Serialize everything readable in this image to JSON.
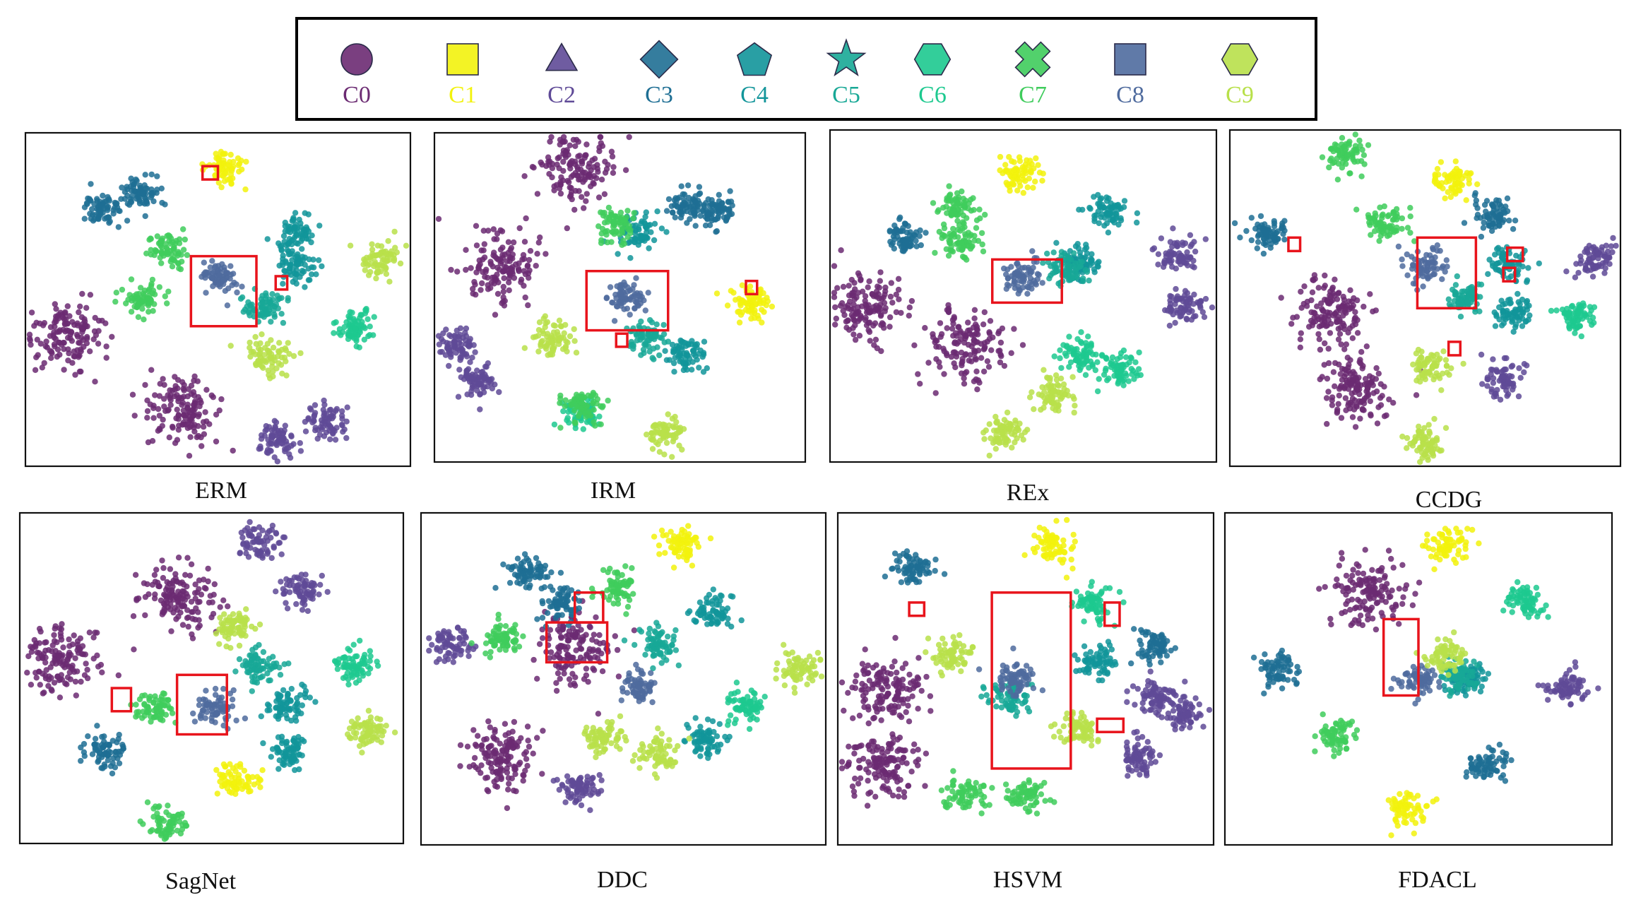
{
  "legend": {
    "entries": [
      {
        "name": "C0",
        "shape": "circle",
        "color": "#6b2a72"
      },
      {
        "name": "C1",
        "shape": "square",
        "color": "#f2f20d"
      },
      {
        "name": "C2",
        "shape": "triangle",
        "color": "#5f4a97"
      },
      {
        "name": "C3",
        "shape": "diamond",
        "color": "#1f6f94"
      },
      {
        "name": "C4",
        "shape": "pentagon",
        "color": "#12959a"
      },
      {
        "name": "C5",
        "shape": "star",
        "color": "#18a896"
      },
      {
        "name": "C6",
        "shape": "hexagon",
        "color": "#1dc98f"
      },
      {
        "name": "C7",
        "shape": "cross",
        "color": "#3fcc5c"
      },
      {
        "name": "C8",
        "shape": "square",
        "color": "#4f6b9e"
      },
      {
        "name": "C9",
        "shape": "hexagon",
        "color": "#b8e04a"
      }
    ]
  },
  "chart_data": [
    {
      "type": "scatter",
      "title": "ERM",
      "clusters": [
        {
          "c": 0,
          "x": 0.1,
          "y": 0.61
        },
        {
          "c": 0,
          "x": 0.41,
          "y": 0.83
        },
        {
          "c": 1,
          "x": 0.52,
          "y": 0.11
        },
        {
          "c": 2,
          "x": 0.65,
          "y": 0.92
        },
        {
          "c": 2,
          "x": 0.78,
          "y": 0.87
        },
        {
          "c": 3,
          "x": 0.2,
          "y": 0.23
        },
        {
          "c": 3,
          "x": 0.3,
          "y": 0.18
        },
        {
          "c": 4,
          "x": 0.7,
          "y": 0.3
        },
        {
          "c": 4,
          "x": 0.7,
          "y": 0.4
        },
        {
          "c": 5,
          "x": 0.62,
          "y": 0.52
        },
        {
          "c": 6,
          "x": 0.86,
          "y": 0.58
        },
        {
          "c": 7,
          "x": 0.37,
          "y": 0.35
        },
        {
          "c": 7,
          "x": 0.3,
          "y": 0.5
        },
        {
          "c": 8,
          "x": 0.5,
          "y": 0.43
        },
        {
          "c": 9,
          "x": 0.93,
          "y": 0.38
        },
        {
          "c": 9,
          "x": 0.63,
          "y": 0.67
        }
      ]
    },
    {
      "type": "scatter",
      "title": "IRM",
      "clusters": [
        {
          "c": 0,
          "x": 0.17,
          "y": 0.4
        },
        {
          "c": 0,
          "x": 0.38,
          "y": 0.1
        },
        {
          "c": 1,
          "x": 0.85,
          "y": 0.52
        },
        {
          "c": 2,
          "x": 0.06,
          "y": 0.65
        },
        {
          "c": 2,
          "x": 0.12,
          "y": 0.75
        },
        {
          "c": 3,
          "x": 0.76,
          "y": 0.24
        },
        {
          "c": 3,
          "x": 0.68,
          "y": 0.22
        },
        {
          "c": 4,
          "x": 0.55,
          "y": 0.3
        },
        {
          "c": 4,
          "x": 0.68,
          "y": 0.67
        },
        {
          "c": 5,
          "x": 0.57,
          "y": 0.62
        },
        {
          "c": 6,
          "x": 0.4,
          "y": 0.85
        },
        {
          "c": 7,
          "x": 0.49,
          "y": 0.28
        },
        {
          "c": 7,
          "x": 0.4,
          "y": 0.83
        },
        {
          "c": 8,
          "x": 0.52,
          "y": 0.5
        },
        {
          "c": 9,
          "x": 0.32,
          "y": 0.62
        },
        {
          "c": 9,
          "x": 0.62,
          "y": 0.92
        }
      ]
    },
    {
      "type": "scatter",
      "title": "REx",
      "clusters": [
        {
          "c": 0,
          "x": 0.1,
          "y": 0.54
        },
        {
          "c": 0,
          "x": 0.35,
          "y": 0.65
        },
        {
          "c": 1,
          "x": 0.49,
          "y": 0.13
        },
        {
          "c": 2,
          "x": 0.9,
          "y": 0.38
        },
        {
          "c": 2,
          "x": 0.92,
          "y": 0.53
        },
        {
          "c": 3,
          "x": 0.19,
          "y": 0.32
        },
        {
          "c": 4,
          "x": 0.72,
          "y": 0.25
        },
        {
          "c": 4,
          "x": 0.65,
          "y": 0.4
        },
        {
          "c": 5,
          "x": 0.61,
          "y": 0.42
        },
        {
          "c": 6,
          "x": 0.65,
          "y": 0.68
        },
        {
          "c": 6,
          "x": 0.75,
          "y": 0.72
        },
        {
          "c": 7,
          "x": 0.33,
          "y": 0.23
        },
        {
          "c": 7,
          "x": 0.34,
          "y": 0.33
        },
        {
          "c": 8,
          "x": 0.5,
          "y": 0.44
        },
        {
          "c": 9,
          "x": 0.58,
          "y": 0.8
        },
        {
          "c": 9,
          "x": 0.45,
          "y": 0.91
        }
      ]
    },
    {
      "type": "scatter",
      "title": "CCDG",
      "clusters": [
        {
          "c": 0,
          "x": 0.26,
          "y": 0.55
        },
        {
          "c": 0,
          "x": 0.32,
          "y": 0.77
        },
        {
          "c": 1,
          "x": 0.57,
          "y": 0.15
        },
        {
          "c": 2,
          "x": 0.94,
          "y": 0.38
        },
        {
          "c": 2,
          "x": 0.7,
          "y": 0.74
        },
        {
          "c": 3,
          "x": 0.1,
          "y": 0.31
        },
        {
          "c": 3,
          "x": 0.67,
          "y": 0.25
        },
        {
          "c": 4,
          "x": 0.71,
          "y": 0.4
        },
        {
          "c": 4,
          "x": 0.72,
          "y": 0.55
        },
        {
          "c": 5,
          "x": 0.6,
          "y": 0.5
        },
        {
          "c": 6,
          "x": 0.89,
          "y": 0.55
        },
        {
          "c": 7,
          "x": 0.3,
          "y": 0.07
        },
        {
          "c": 7,
          "x": 0.4,
          "y": 0.28
        },
        {
          "c": 8,
          "x": 0.5,
          "y": 0.41
        },
        {
          "c": 9,
          "x": 0.52,
          "y": 0.7
        },
        {
          "c": 9,
          "x": 0.5,
          "y": 0.93
        }
      ]
    },
    {
      "type": "scatter",
      "title": "SagNet",
      "clusters": [
        {
          "c": 0,
          "x": 0.41,
          "y": 0.25
        },
        {
          "c": 0,
          "x": 0.11,
          "y": 0.44
        },
        {
          "c": 1,
          "x": 0.57,
          "y": 0.81
        },
        {
          "c": 2,
          "x": 0.62,
          "y": 0.09
        },
        {
          "c": 2,
          "x": 0.73,
          "y": 0.24
        },
        {
          "c": 3,
          "x": 0.22,
          "y": 0.72
        },
        {
          "c": 4,
          "x": 0.7,
          "y": 0.58
        },
        {
          "c": 4,
          "x": 0.7,
          "y": 0.72
        },
        {
          "c": 5,
          "x": 0.62,
          "y": 0.46
        },
        {
          "c": 6,
          "x": 0.88,
          "y": 0.46
        },
        {
          "c": 7,
          "x": 0.35,
          "y": 0.59
        },
        {
          "c": 7,
          "x": 0.38,
          "y": 0.94
        },
        {
          "c": 8,
          "x": 0.51,
          "y": 0.59
        },
        {
          "c": 9,
          "x": 0.56,
          "y": 0.34
        },
        {
          "c": 9,
          "x": 0.91,
          "y": 0.66
        }
      ]
    },
    {
      "type": "scatter",
      "title": "DDC",
      "clusters": [
        {
          "c": 0,
          "x": 0.2,
          "y": 0.74
        },
        {
          "c": 0,
          "x": 0.38,
          "y": 0.4
        },
        {
          "c": 1,
          "x": 0.64,
          "y": 0.1
        },
        {
          "c": 2,
          "x": 0.07,
          "y": 0.4
        },
        {
          "c": 2,
          "x": 0.39,
          "y": 0.83
        },
        {
          "c": 3,
          "x": 0.26,
          "y": 0.18
        },
        {
          "c": 3,
          "x": 0.35,
          "y": 0.27
        },
        {
          "c": 4,
          "x": 0.72,
          "y": 0.3
        },
        {
          "c": 4,
          "x": 0.7,
          "y": 0.68
        },
        {
          "c": 5,
          "x": 0.58,
          "y": 0.4
        },
        {
          "c": 6,
          "x": 0.8,
          "y": 0.58
        },
        {
          "c": 7,
          "x": 0.49,
          "y": 0.22
        },
        {
          "c": 7,
          "x": 0.2,
          "y": 0.38
        },
        {
          "c": 8,
          "x": 0.54,
          "y": 0.52
        },
        {
          "c": 9,
          "x": 0.93,
          "y": 0.47
        },
        {
          "c": 9,
          "x": 0.45,
          "y": 0.68
        },
        {
          "c": 9,
          "x": 0.59,
          "y": 0.73
        }
      ]
    },
    {
      "type": "scatter",
      "title": "HSVM",
      "clusters": [
        {
          "c": 0,
          "x": 0.12,
          "y": 0.76
        },
        {
          "c": 0,
          "x": 0.13,
          "y": 0.53
        },
        {
          "c": 1,
          "x": 0.57,
          "y": 0.1
        },
        {
          "c": 2,
          "x": 0.84,
          "y": 0.55
        },
        {
          "c": 2,
          "x": 0.92,
          "y": 0.6
        },
        {
          "c": 2,
          "x": 0.8,
          "y": 0.73
        },
        {
          "c": 3,
          "x": 0.2,
          "y": 0.17
        },
        {
          "c": 3,
          "x": 0.84,
          "y": 0.4
        },
        {
          "c": 4,
          "x": 0.69,
          "y": 0.45
        },
        {
          "c": 5,
          "x": 0.46,
          "y": 0.55
        },
        {
          "c": 6,
          "x": 0.68,
          "y": 0.27
        },
        {
          "c": 7,
          "x": 0.34,
          "y": 0.85
        },
        {
          "c": 7,
          "x": 0.5,
          "y": 0.85
        },
        {
          "c": 8,
          "x": 0.47,
          "y": 0.5
        },
        {
          "c": 9,
          "x": 0.64,
          "y": 0.65
        },
        {
          "c": 9,
          "x": 0.3,
          "y": 0.43
        }
      ]
    },
    {
      "type": "scatter",
      "title": "FDACL",
      "clusters": [
        {
          "c": 0,
          "x": 0.37,
          "y": 0.24
        },
        {
          "c": 1,
          "x": 0.58,
          "y": 0.1
        },
        {
          "c": 1,
          "x": 0.47,
          "y": 0.89
        },
        {
          "c": 2,
          "x": 0.89,
          "y": 0.53
        },
        {
          "c": 3,
          "x": 0.14,
          "y": 0.47
        },
        {
          "c": 3,
          "x": 0.68,
          "y": 0.76
        },
        {
          "c": 4,
          "x": 0.63,
          "y": 0.5
        },
        {
          "c": 5,
          "x": 0.6,
          "y": 0.49
        },
        {
          "c": 6,
          "x": 0.78,
          "y": 0.27
        },
        {
          "c": 7,
          "x": 0.29,
          "y": 0.67
        },
        {
          "c": 8,
          "x": 0.5,
          "y": 0.5
        },
        {
          "c": 9,
          "x": 0.57,
          "y": 0.43
        }
      ]
    }
  ]
}
